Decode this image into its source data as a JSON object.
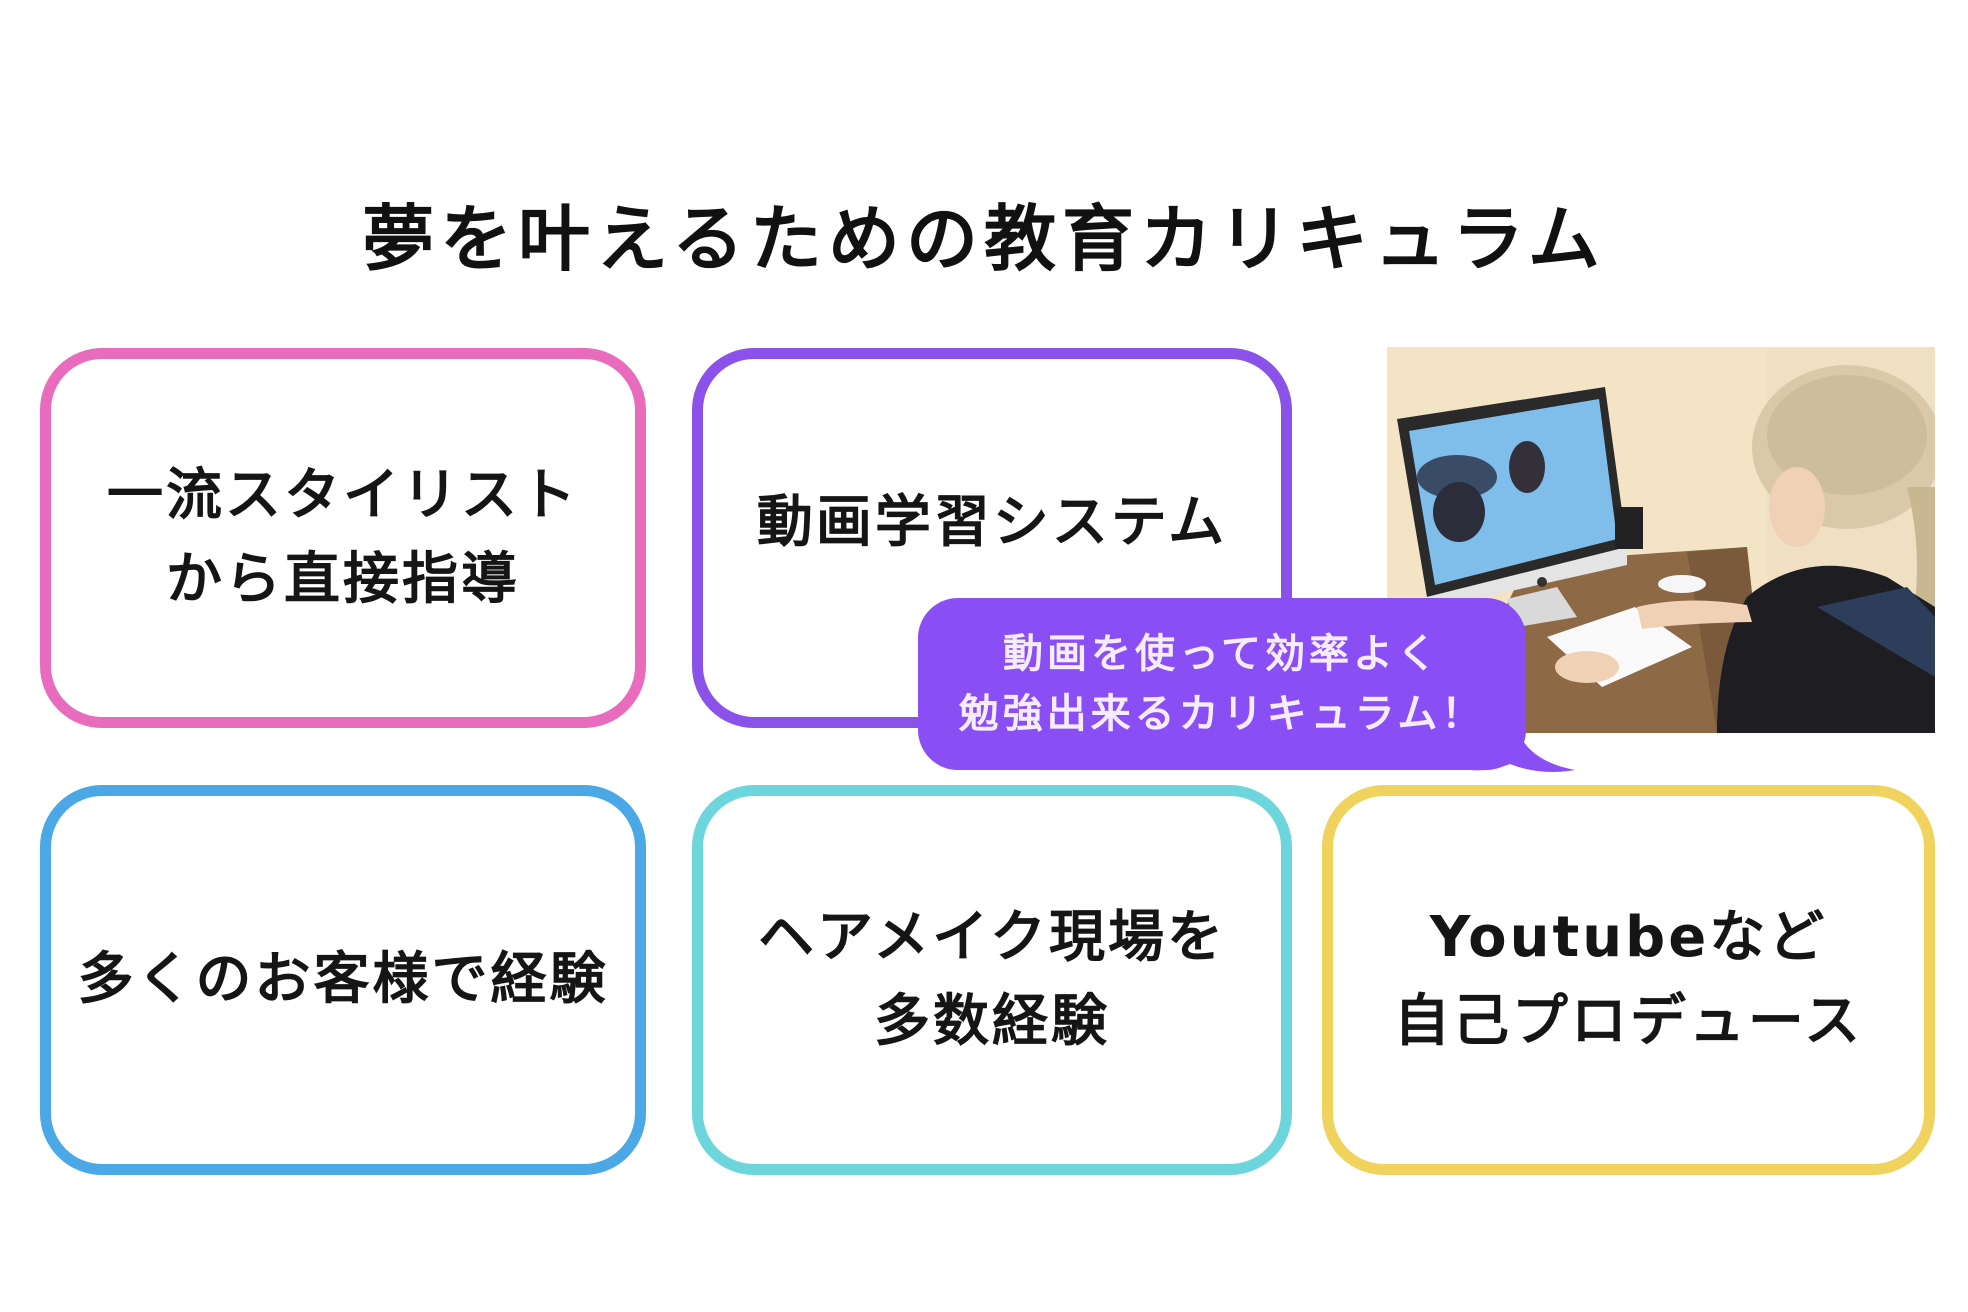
{
  "title": "夢を叶えるための教育カリキュラム",
  "cards": [
    {
      "text": "一流スタイリスト\nから直接指導",
      "color": "#e86bbd"
    },
    {
      "text": "動画学習システム",
      "color": "#8a52e8"
    },
    {
      "text": "多くのお客様で経験",
      "color": "#4aa8e6"
    },
    {
      "text": "ヘアメイク現場を\n多数経験",
      "color": "#6dd6dc"
    },
    {
      "text": "Youtubeなど\n自己プロデュース",
      "color": "#f0d35c"
    }
  ],
  "speech_bubble": {
    "text": "動画を使って効率よく\n勉強出来るカリキュラム！",
    "color": "#8a4ef5"
  },
  "photo": {
    "description": "woman studying with video lesson on desktop computer"
  }
}
